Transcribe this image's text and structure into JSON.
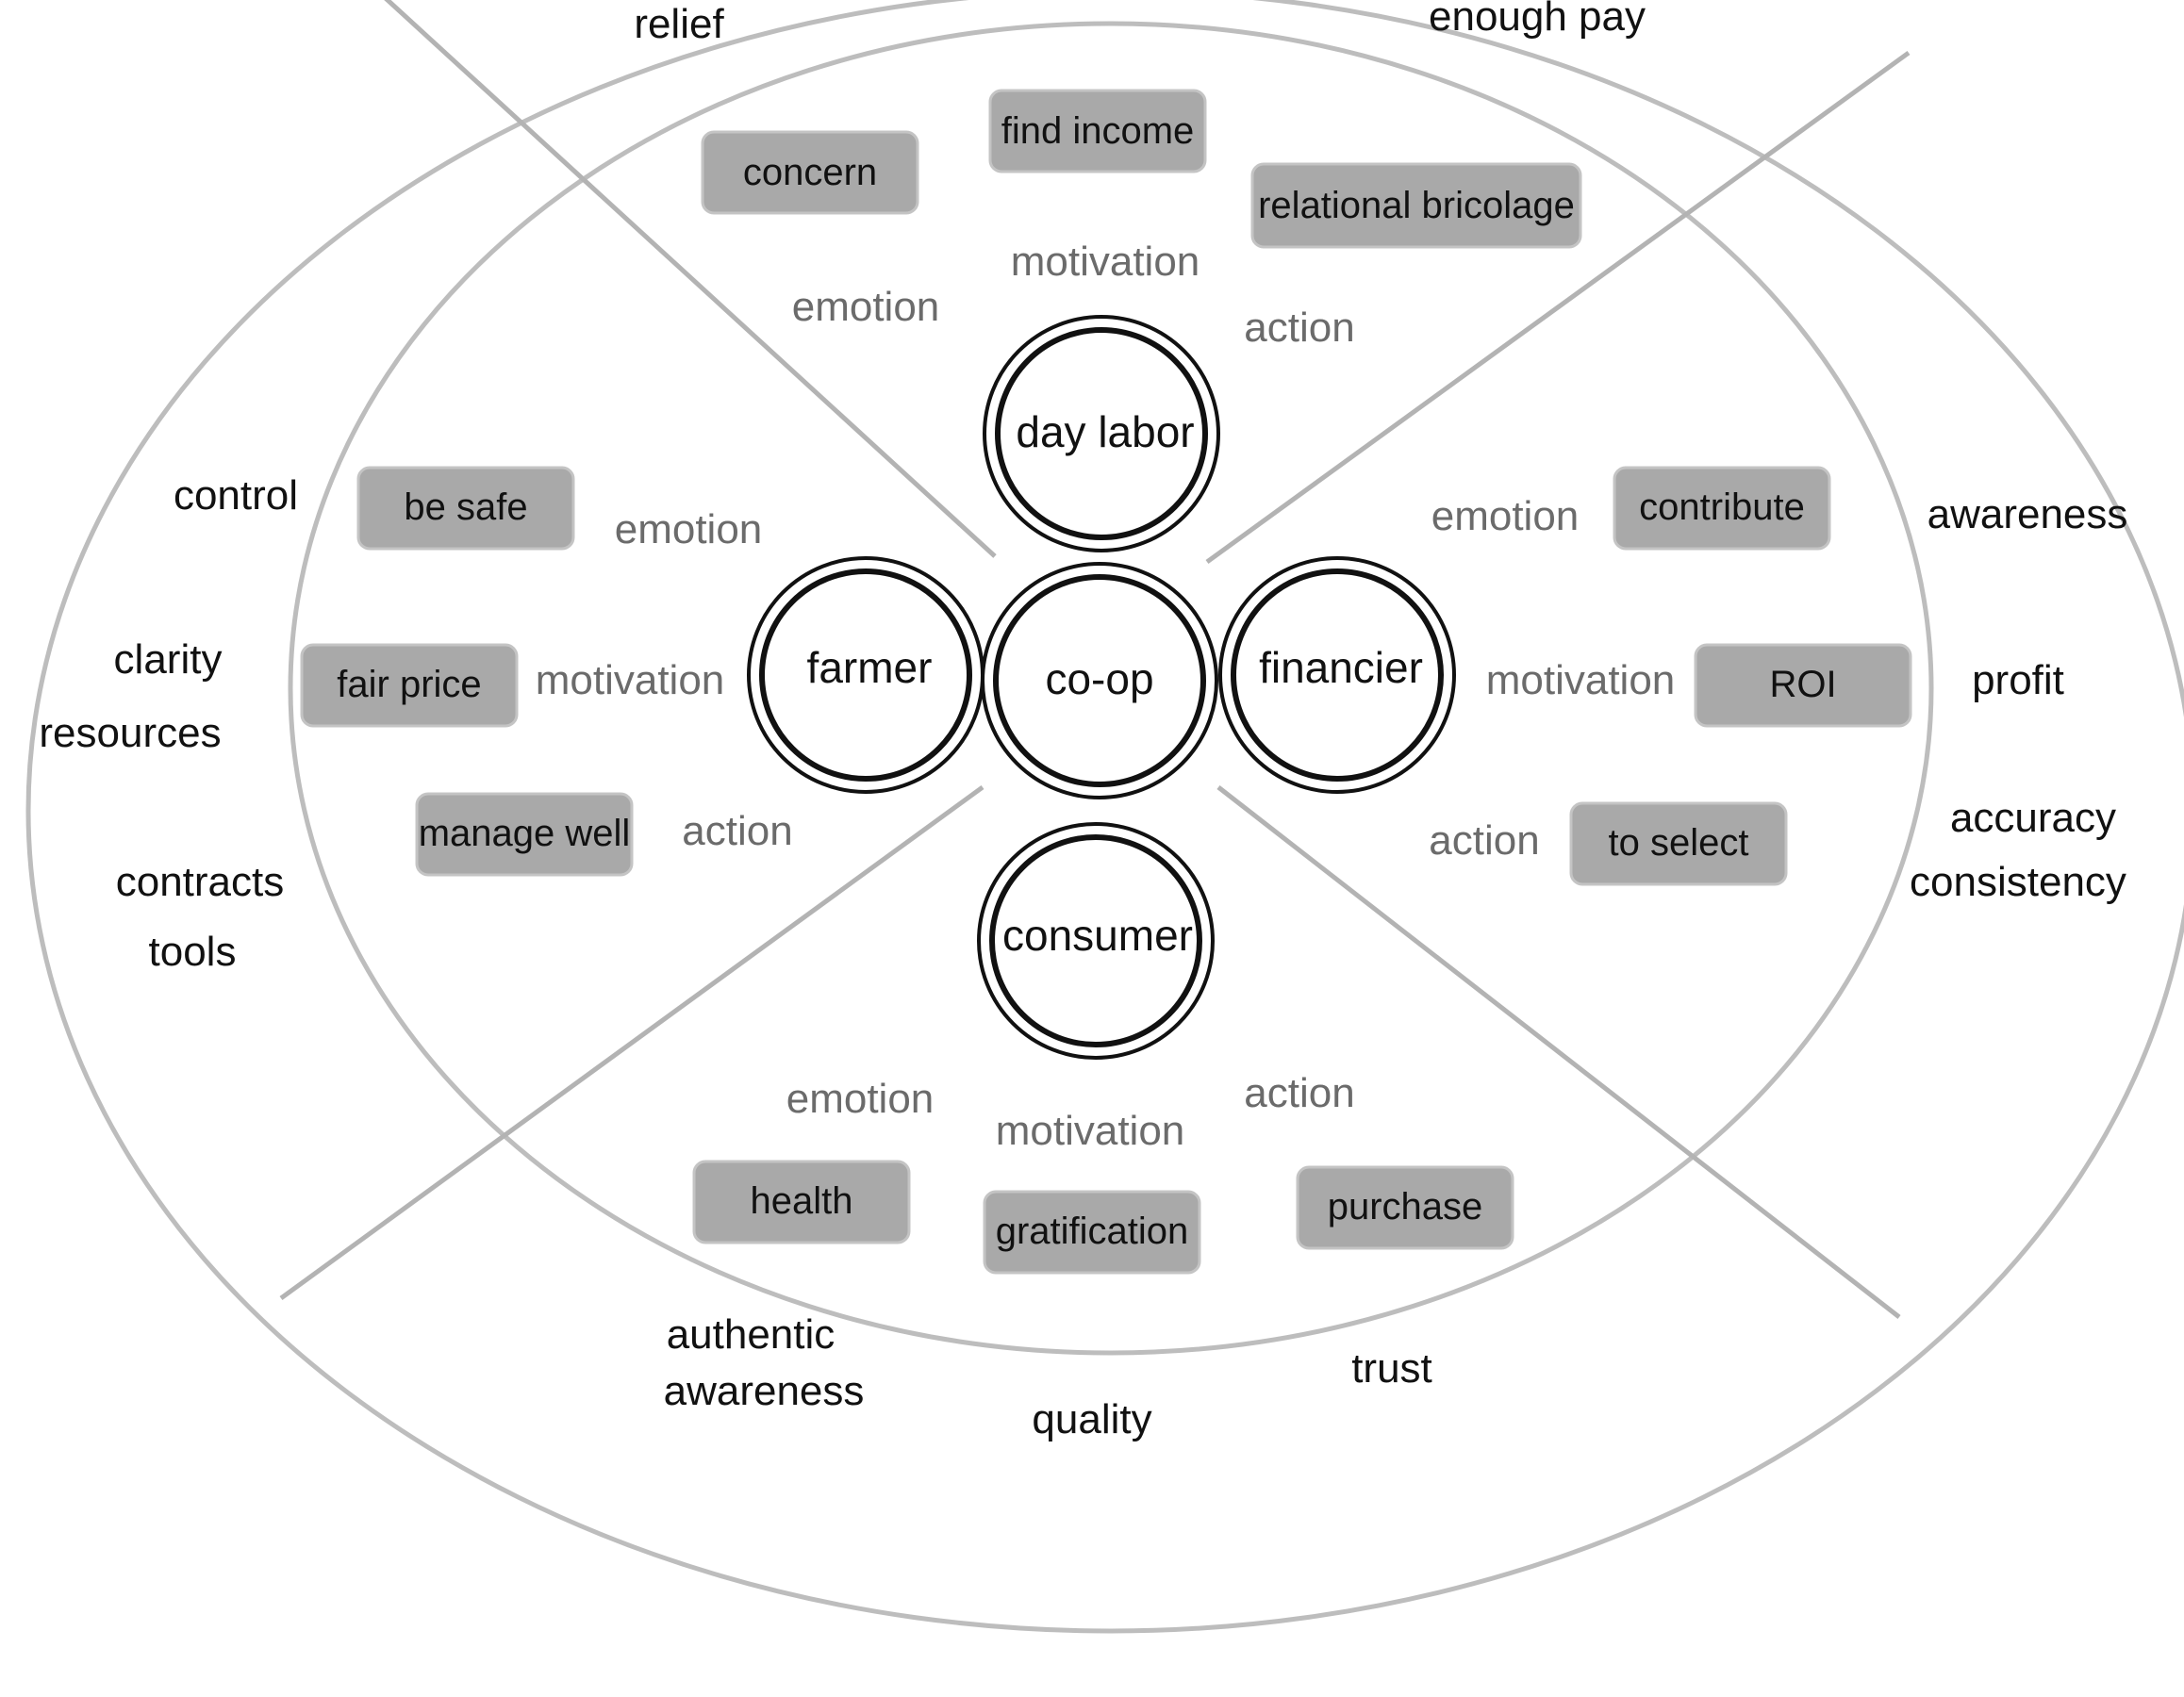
{
  "nodes": {
    "center": "co-op",
    "top": "day labor",
    "left": "farmer",
    "right": "financier",
    "bottom": "consumer"
  },
  "dimensions": {
    "emotion": "emotion",
    "motivation": "motivation",
    "action": "action"
  },
  "day_labor": {
    "emotion_tag": "concern",
    "motivation_tag": "find income",
    "action_tag": "relational bricolage",
    "outer": [
      "relief",
      "enough pay"
    ]
  },
  "farmer": {
    "emotion_tag": "be safe",
    "motivation_tag": "fair price",
    "action_tag": "manage well",
    "outer": [
      "control",
      "clarity",
      "resources",
      "contracts",
      "tools"
    ]
  },
  "financier": {
    "emotion_tag": "contribute",
    "motivation_tag": "ROI",
    "action_tag": "to select",
    "outer": [
      "awareness",
      "profit",
      "accuracy",
      "consistency"
    ]
  },
  "consumer": {
    "emotion_tag": "health",
    "motivation_tag": "gratification",
    "action_tag": "purchase",
    "outer": [
      "authentic",
      "awareness",
      "quality",
      "trust"
    ]
  }
}
